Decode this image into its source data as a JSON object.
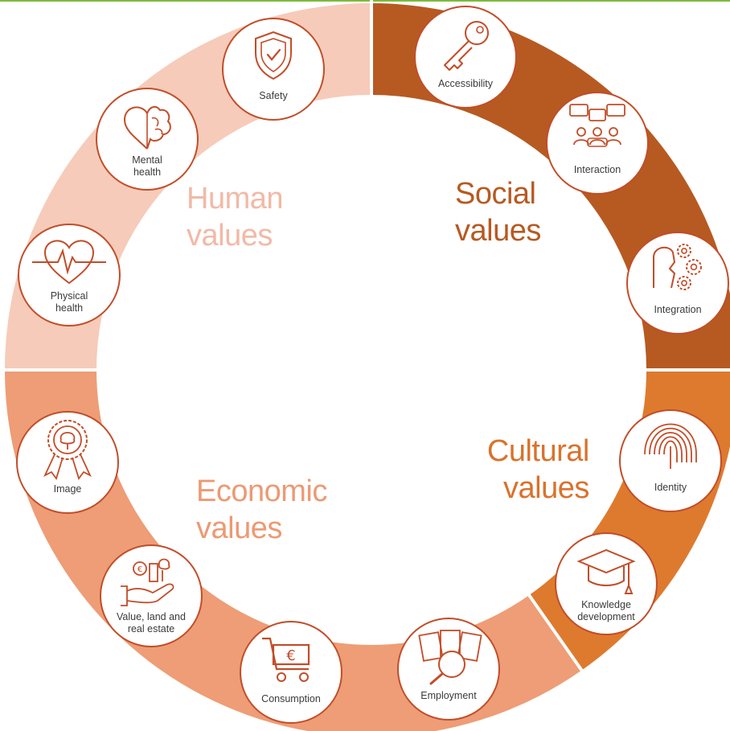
{
  "colors": {
    "human": "#f6cbb9",
    "social": "#b65a22",
    "cultural": "#de7a2e",
    "economic": "#ee9d76",
    "icon_stroke": "#c24d28",
    "top_rule": "#7dbb3c"
  },
  "quadrants": {
    "human": {
      "line1": "Human",
      "line2": "values"
    },
    "social": {
      "line1": "Social",
      "line2": "values"
    },
    "cultural": {
      "line1": "Cultural",
      "line2": "values"
    },
    "economic": {
      "line1": "Economic",
      "line2": "values"
    }
  },
  "items": [
    {
      "key": "safety",
      "icon": "shield-check-icon",
      "lines": [
        "Safety"
      ]
    },
    {
      "key": "mental",
      "icon": "heart-brain-icon",
      "lines": [
        "Mental",
        "health"
      ]
    },
    {
      "key": "physical",
      "icon": "heart-pulse-icon",
      "lines": [
        "Physical",
        "health"
      ]
    },
    {
      "key": "accessibility",
      "icon": "key-icon",
      "lines": [
        "Accessibility"
      ]
    },
    {
      "key": "interaction",
      "icon": "chat-group-icon",
      "lines": [
        "Interaction"
      ]
    },
    {
      "key": "integration",
      "icon": "gears-head-icon",
      "lines": [
        "Integration"
      ]
    },
    {
      "key": "identity",
      "icon": "fingerprint-icon",
      "lines": [
        "Identity"
      ]
    },
    {
      "key": "knowledge",
      "icon": "graduation-cap-icon",
      "lines": [
        "Knowledge",
        "development"
      ]
    },
    {
      "key": "image",
      "icon": "award-tree-icon",
      "lines": [
        "Image"
      ]
    },
    {
      "key": "value",
      "icon": "hand-euro-icon",
      "lines": [
        "Value, land and",
        "real estate"
      ]
    },
    {
      "key": "consumption",
      "icon": "cart-euro-icon",
      "lines": [
        "Consumption"
      ]
    },
    {
      "key": "employment",
      "icon": "cv-search-icon",
      "lines": [
        "Employment"
      ]
    }
  ]
}
